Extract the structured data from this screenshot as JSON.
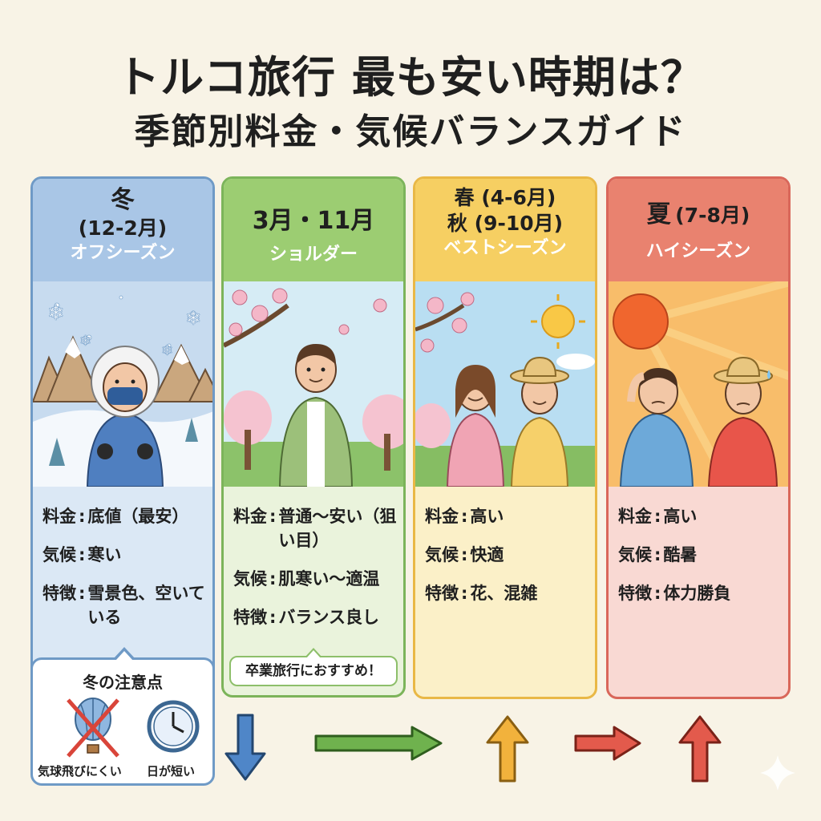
{
  "header": {
    "title": "トルコ旅行 最も安い時期は？",
    "subtitle": "季節別料金・気候バランスガイド"
  },
  "labels": {
    "price": "料金",
    "climate": "気候",
    "feature": "特徴",
    "sep": ":"
  },
  "seasons": [
    {
      "name": "冬",
      "months": "(12-2月)",
      "tag": "オフシーズン",
      "price": "底値（最安）",
      "climate": "寒い",
      "feature": "雪景色、空いている",
      "trend": "down",
      "color": "#6f9ac6",
      "note": {
        "title": "冬の注意点",
        "items": [
          {
            "icon": "hot-air-balloon-crossed-icon",
            "label": "気球飛びにくい"
          },
          {
            "icon": "clock-icon",
            "label": "日が短い"
          }
        ]
      }
    },
    {
      "name": "3月・11月",
      "tag": "ショルダー",
      "price": "普通〜安い（狙い目）",
      "climate": "肌寒い〜適温",
      "feature": "バランス良し",
      "trend": "right",
      "color": "#7cb45a",
      "bubble": "卒業旅行におすすめ！"
    },
    {
      "name_line1": "春",
      "months_line1": "(4-6月)",
      "name_line2": "秋",
      "months_line2": "(9-10月)",
      "tag": "ベストシーズン",
      "price": "高い",
      "climate": "快適",
      "feature": "花、混雑",
      "trend": "up",
      "color": "#e9b846"
    },
    {
      "name": "夏",
      "months": "(7-8月)",
      "tag": "ハイシーズン",
      "price": "高い",
      "climate": "酷暑",
      "feature": "体力勝負",
      "trend": "up",
      "color": "#d9675a"
    }
  ]
}
